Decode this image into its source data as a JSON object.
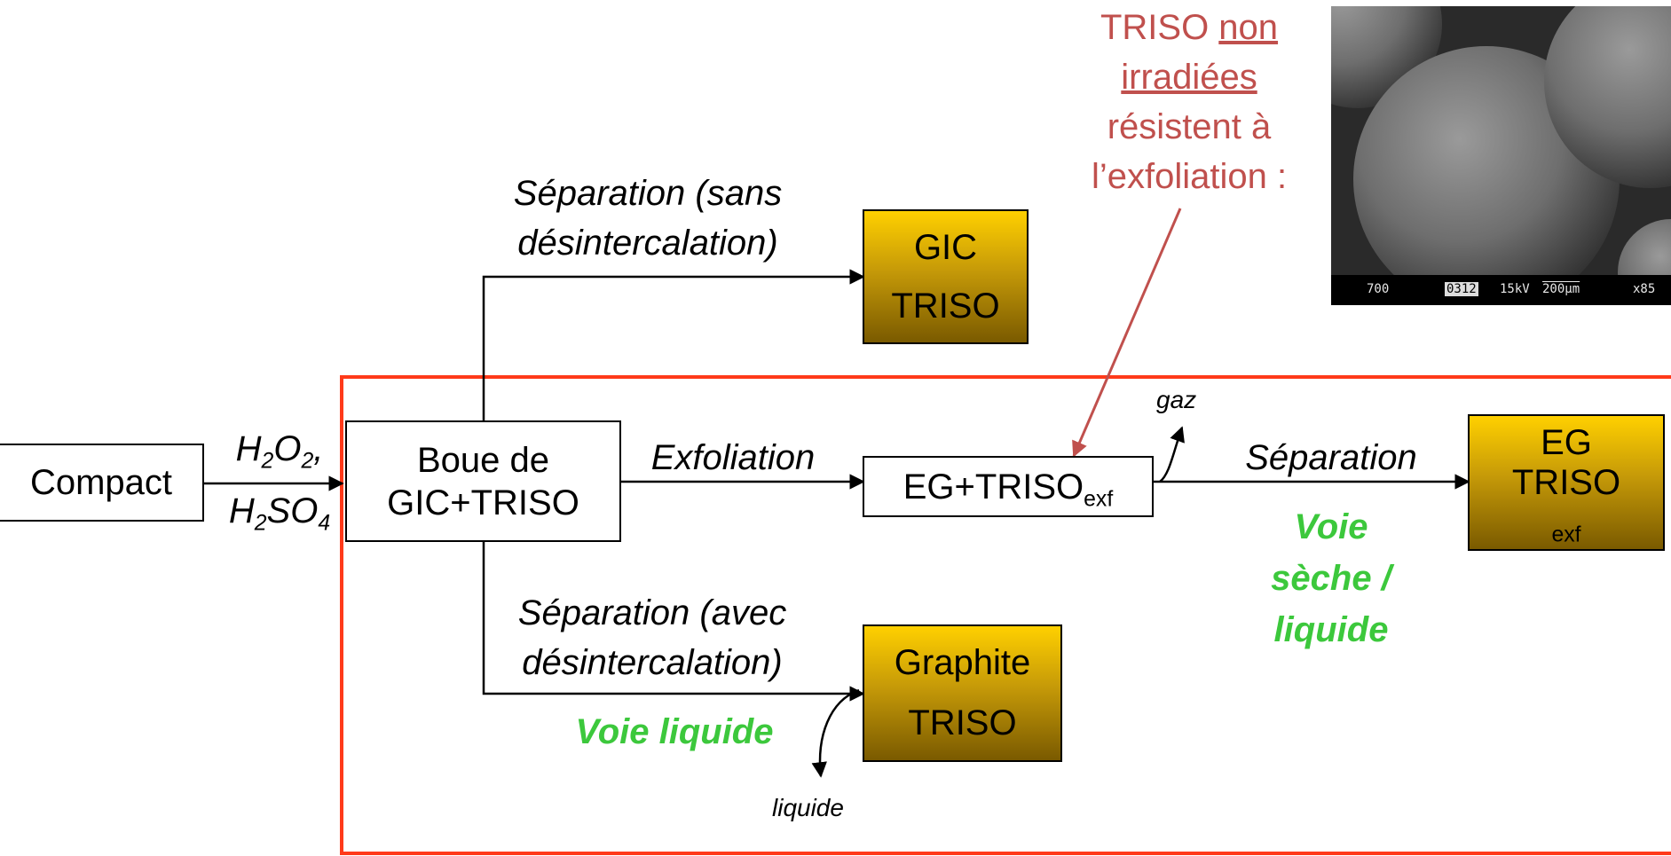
{
  "nodes": {
    "compact": "Compact",
    "boue_line1": "Boue de",
    "boue_line2": "GIC+TRISO",
    "eg_triso_main": "EG+TRISO",
    "eg_triso_sub": "exf",
    "gic_box": {
      "line1": "GIC",
      "line2": "TRISO"
    },
    "graphite_box": {
      "line1": "Graphite",
      "line2": "TRISO"
    },
    "eg_box": {
      "line1": "EG",
      "line2_main": "TRISO",
      "line2_sub": "exf"
    }
  },
  "reagents": {
    "h2o2": {
      "a": "H",
      "a_sub": "2",
      "b": "O",
      "b_sub": "2",
      "tail": ","
    },
    "h2so4": {
      "a": "H",
      "a_sub": "2",
      "b": "SO",
      "b_sub": "4"
    }
  },
  "edges": {
    "sep_sans_line1": "Séparation (sans",
    "sep_sans_line2": "désintercalation)",
    "exfoliation": "Exfoliation",
    "sep_avec_line1": "Séparation (avec",
    "sep_avec_line2": "désintercalation)",
    "separation": "Séparation",
    "gaz": "gaz",
    "liquide": "liquide"
  },
  "routes": {
    "voie_liquide": "Voie liquide",
    "voie_seche_line1": "Voie",
    "voie_seche_line2": "sèche /",
    "voie_seche_line3": "liquide"
  },
  "note": {
    "w1": "TRISO ",
    "w2": "non",
    "w3": "irradiées",
    "w4": "résistent à",
    "w5": "l’exfoliation :"
  },
  "sem_image": {
    "field1": "700",
    "field2": "0312",
    "field3": "15kV",
    "field4": "200µm",
    "field5": "x85"
  },
  "colors": {
    "highlight_frame": "#ff3a1a",
    "note_text": "#c0504d",
    "route_text": "#3cc83c",
    "box_gradient_top": "#ffd000",
    "box_gradient_bottom": "#7a5a00"
  }
}
